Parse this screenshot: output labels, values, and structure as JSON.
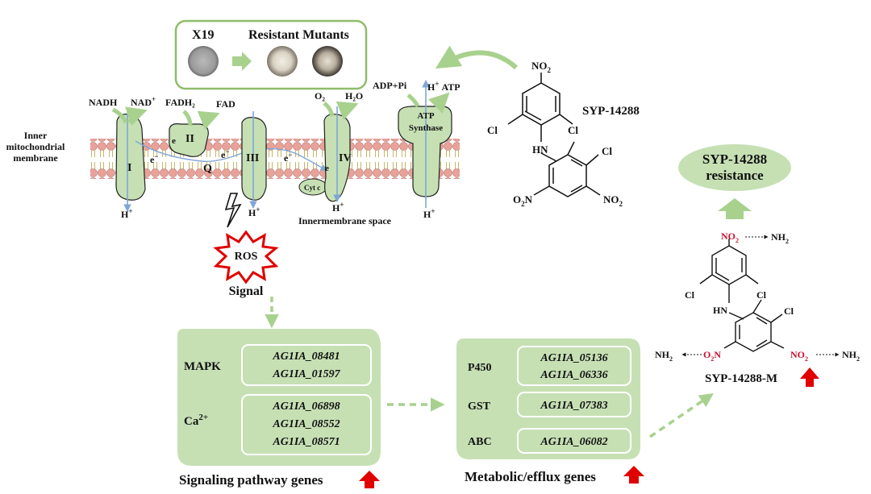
{
  "inset": {
    "left_label": "X19",
    "right_label": "Resistant Mutants"
  },
  "membrane": {
    "label_line1": "Inner",
    "label_line2": "mitochondrial",
    "label_line3": "membrane",
    "complex_I": "I",
    "complex_II": "II",
    "complex_III": "III",
    "complex_IV": "IV",
    "Q": "Q",
    "cytc": "Cyt c",
    "atp_line1": "ATP",
    "atp_line2": "Synthase",
    "nadh": "NADH",
    "nad": "NAD",
    "fadh2": "FADH₂",
    "fad": "FAD",
    "o2": "O₂",
    "h2o": "H₂O",
    "adp": "ADP+Pi",
    "h": "H",
    "plus": "+",
    "atp": "ATP",
    "e": "e",
    "minus": "−",
    "space": "Innermembrane space"
  },
  "ros": {
    "label": "ROS",
    "signal": "Signal"
  },
  "compound": {
    "name": "SYP-14288",
    "no2": "NO",
    "two": "2",
    "o2n": "O",
    "o2n_tail": "N",
    "cl": "Cl",
    "hn": "HN",
    "nh2": "NH",
    "metabolite": "SYP-14288-M"
  },
  "resistance": {
    "line1": "SYP-14288",
    "line2": "resistance"
  },
  "signaling": {
    "mapk": "MAPK",
    "ca": "Ca",
    "ca_sup": "2+",
    "mapk_genes": [
      "AG1IA_08481",
      "AG1IA_01597"
    ],
    "ca_genes": [
      "AG1IA_06898",
      "AG1IA_08552",
      "AG1IA_08571"
    ],
    "caption": "Signaling pathway genes"
  },
  "metabolic": {
    "p450": "P450",
    "gst": "GST",
    "abc": "ABC",
    "p450_genes": [
      "AG1IA_05136",
      "AG1IA_06336"
    ],
    "gst_genes": [
      "AG1IA_07383"
    ],
    "abc_genes": [
      "AG1IA_06082"
    ],
    "caption": "Metabolic/efflux genes"
  },
  "colors": {
    "green_fill": "#c6e0b4",
    "green_dark": "#70ad47",
    "arrow_green": "#a9d18e",
    "red": "#e00000",
    "membrane_bead": "#e8a29a",
    "blue": "#7ea6d6"
  }
}
